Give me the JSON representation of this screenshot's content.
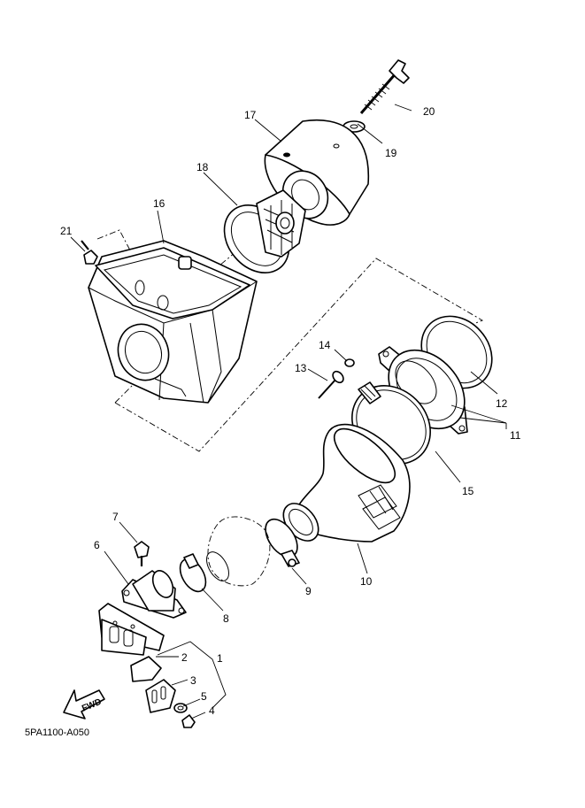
{
  "diagram": {
    "code": "5PA1100-A050",
    "fwd_label": "FWD",
    "callouts": [
      "1",
      "2",
      "3",
      "4",
      "5",
      "6",
      "7",
      "8",
      "9",
      "10",
      "11",
      "12",
      "13",
      "14",
      "15",
      "16",
      "17",
      "18",
      "19",
      "20",
      "21"
    ]
  }
}
